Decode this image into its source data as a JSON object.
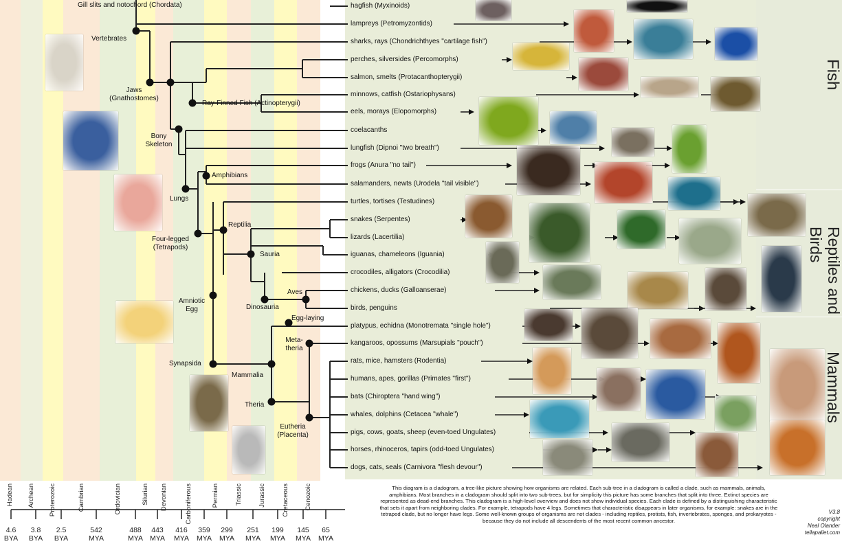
{
  "eras": [
    {
      "name": "Hadean",
      "color": "#fbe9d6"
    },
    {
      "name": "Archean",
      "color": "#eef0dc"
    },
    {
      "name": "Proterozoic",
      "color": "#fffac0"
    },
    {
      "name": "Cambrian",
      "color": "#fbe9d6"
    },
    {
      "name": "Ordovician",
      "color": "#e8f0d8"
    },
    {
      "name": "Silurian",
      "color": "#fffac0"
    },
    {
      "name": "Devonian",
      "color": "#fbe9d6"
    },
    {
      "name": "Carboniferous",
      "color": "#e8f0d8"
    },
    {
      "name": "Permian",
      "color": "#fffac0"
    },
    {
      "name": "Triassic",
      "color": "#fbe9d6"
    },
    {
      "name": "Jurassic",
      "color": "#e8f0d8"
    },
    {
      "name": "Cretaceous",
      "color": "#fffac0"
    },
    {
      "name": "Cenozoic",
      "color": "#fbe9d6"
    }
  ],
  "ticks": [
    {
      "value": "4.6",
      "unit": "BYA"
    },
    {
      "value": "3.8",
      "unit": "BYA"
    },
    {
      "value": "2.5",
      "unit": "BYA"
    },
    {
      "value": "542",
      "unit": "MYA"
    },
    {
      "value": "488",
      "unit": "MYA"
    },
    {
      "value": "443",
      "unit": "MYA"
    },
    {
      "value": "416",
      "unit": "MYA"
    },
    {
      "value": "359",
      "unit": "MYA"
    },
    {
      "value": "299",
      "unit": "MYA"
    },
    {
      "value": "251",
      "unit": "MYA"
    },
    {
      "value": "199",
      "unit": "MYA"
    },
    {
      "value": "145",
      "unit": "MYA"
    },
    {
      "value": "65",
      "unit": "MYA"
    }
  ],
  "taxa": [
    "hagfish (Myxinoids)",
    "lampreys (Petromyzontids)",
    "sharks, rays (Chondrichthyes \"cartilage fish\")",
    "perches, silversides (Percomorphs)",
    "salmon, smelts (Protacanthopterygii)",
    "minnows, catfish (Ostariophysans)",
    "eels, morays (Elopomorphs)",
    "coelacanths",
    "lungfish (Dipnoi \"two breath\")",
    "frogs (Anura \"no tail\")",
    "salamanders, newts (Urodela \"tail visible\")",
    "turtles, tortises (Testudines)",
    "snakes (Serpentes)",
    "lizards (Lacertilia)",
    "iguanas, chameleons (Iguania)",
    "crocodiles, alligators (Crocodilia)",
    "chickens, ducks (Galloanserae)",
    "birds, penguins",
    "platypus, echidna (Monotremata \"single hole\")",
    "kangaroos, opossums (Marsupials \"pouch\")",
    "rats, mice, hamsters (Rodentia)",
    "humans, apes, gorillas (Primates \"first\")",
    "bats (Chiroptera \"hand wing\")",
    "whales, dolphins (Cetacea \"whale\")",
    "pigs, cows, goats, sheep (even-toed Ungulates)",
    "horses, rhinoceros, tapirs (odd-toed Ungulates)",
    "dogs, cats, seals (Carnivora \"flesh devour\")"
  ],
  "clades": {
    "chordata": "Gill slits and notochord (Chordata)",
    "vertebrates": "Vertebrates",
    "jaws": "Jaws (Gnathostomes)",
    "bony": "Bony Skeleton",
    "rayfinned": "Ray-Finned Fish (Actinopterygii)",
    "lungs": "Lungs",
    "amphibians": "Amphibians",
    "tetrapods": "Four-legged (Tetrapods)",
    "reptilia": "Reptilia",
    "sauria": "Sauria",
    "amniotic": "Amniotic Egg",
    "dinosauria": "Dinosauria",
    "aves": "Aves",
    "synapsida": "Synapsida",
    "mammalia": "Mammalia",
    "egglaying": "Egg-laying",
    "metatheria": "Meta- theria",
    "theria": "Theria",
    "eutheria": "Eutheria (Placenta)"
  },
  "groups": {
    "fish": "Fish",
    "reptiles": "Reptiles and Birds",
    "mammals": "Mammals"
  },
  "caption": "This diagram is a cladogram, a tree-like picture showing how organisms are related. Each sub-tree in a cladogram is called a clade, such as mammals, animals, amphibians. Most branches in a cladogram should split into two sub-trees, but for simplicity this picture has some branches that split into three. Extinct species are represented as dead-end branches. This cladogram is a high-level overview and does not show individual species. Each clade is defined by a distinguishing characteristic that sets it apart from neighboring clades. For example, tetrapods have 4 legs. Sometimes that characteristic disappears in later organisms, for example: snakes are in the tetrapod clade, but no longer have legs. Some well-known groups of organisms are not clades - including reptiles, protists, fish, invertebrates, sponges, and prokaryotes - because they do not include all descendents of the most recent common ancestor.",
  "credit": {
    "version": "V3.8",
    "copyright": "copyright",
    "author": "Neal Olander",
    "site": "tellapallet.com"
  },
  "pictures": [
    {
      "name": "spine-picture",
      "color": "#d9d4c8"
    },
    {
      "name": "skull-xray-picture",
      "color": "#3a5f9e"
    },
    {
      "name": "lungs-picture",
      "color": "#e9a79b"
    },
    {
      "name": "egg-picture",
      "color": "#f3d27a"
    },
    {
      "name": "cow-birth-picture",
      "color": "#7a6a4a"
    },
    {
      "name": "fetus-picture",
      "color": "#b9b9b9"
    },
    {
      "name": "hagfish-picture",
      "color": "#6d6060"
    },
    {
      "name": "lamprey-picture",
      "color": "#c05a3c"
    },
    {
      "name": "shark-picture",
      "color": "#3a7e98"
    },
    {
      "name": "ray-picture",
      "color": "#1b4fa6"
    },
    {
      "name": "perch-picture",
      "color": "#d6b53a"
    },
    {
      "name": "salmon-picture",
      "color": "#9b4a3c"
    },
    {
      "name": "minnow-picture",
      "color": "#b8a58a"
    },
    {
      "name": "catfish-picture",
      "color": "#6e5a30"
    },
    {
      "name": "moray-picture",
      "color": "#7fa81e"
    },
    {
      "name": "coelacanth-picture",
      "color": "#4f7fa8"
    },
    {
      "name": "lungfish-picture",
      "color": "#7a7060"
    },
    {
      "name": "frog-picture",
      "color": "#6aa030"
    },
    {
      "name": "salamander-picture",
      "color": "#3a2a20"
    },
    {
      "name": "newt-picture",
      "color": "#b3452b"
    },
    {
      "name": "sea-turtle-picture",
      "color": "#1e6f8c"
    },
    {
      "name": "tortoise-picture",
      "color": "#7a6a4a"
    },
    {
      "name": "snake-picture",
      "color": "#8a5a30"
    },
    {
      "name": "chameleon-picture",
      "color": "#3a5a2a"
    },
    {
      "name": "iguana-picture",
      "color": "#2f6a2a"
    },
    {
      "name": "lizard-picture",
      "color": "#9aa88a"
    },
    {
      "name": "crocodile-picture",
      "color": "#6a6a58"
    },
    {
      "name": "duck-picture",
      "color": "#6a7a5a"
    },
    {
      "name": "stegosaurus-picture",
      "color": "#a8884a"
    },
    {
      "name": "eagle-picture",
      "color": "#5a4a3a"
    },
    {
      "name": "penguin-picture",
      "color": "#2a3a4a"
    },
    {
      "name": "platypus-picture",
      "color": "#4a3a30"
    },
    {
      "name": "echidna-picture",
      "color": "#5a4a3a"
    },
    {
      "name": "kangaroo-picture",
      "color": "#a86a40"
    },
    {
      "name": "orangutan-picture",
      "color": "#b0561e"
    },
    {
      "name": "hamster-picture",
      "color": "#d49a5a"
    },
    {
      "name": "bat-picture",
      "color": "#8a7060"
    },
    {
      "name": "orca-picture",
      "color": "#2a5aa0"
    },
    {
      "name": "human-picture",
      "color": "#c89a7a"
    },
    {
      "name": "dolphin-picture",
      "color": "#3a9ab8"
    },
    {
      "name": "cow-picture",
      "color": "#7aa060"
    },
    {
      "name": "tapir-picture",
      "color": "#6a6a60"
    },
    {
      "name": "zebra-picture",
      "color": "#8a8a7a"
    },
    {
      "name": "walrus-picture",
      "color": "#8a5a3a"
    },
    {
      "name": "tiger-picture",
      "color": "#c8702a"
    },
    {
      "name": "dark-picture",
      "color": "#111111"
    }
  ]
}
